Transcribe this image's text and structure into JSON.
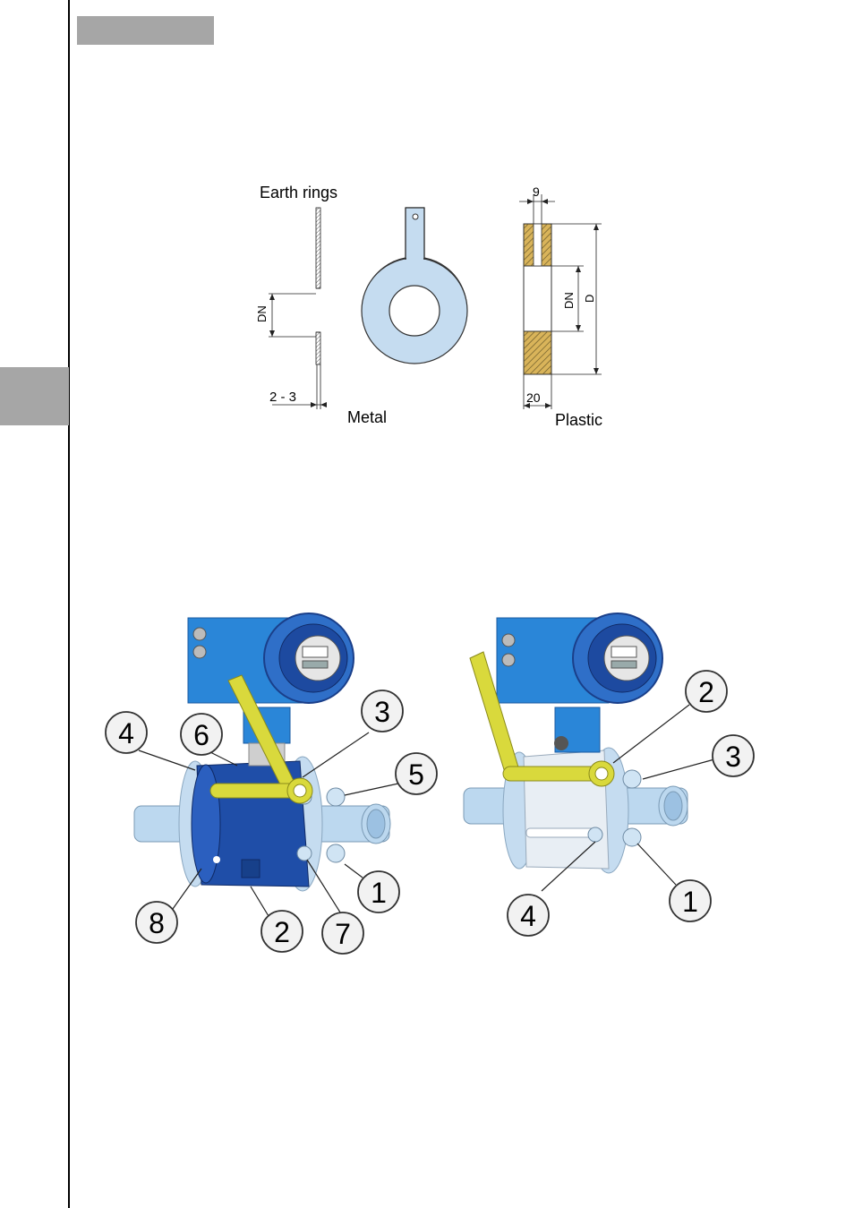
{
  "earth_rings": {
    "title": "Earth rings",
    "metal": {
      "label": "Metal",
      "dn_label": "DN",
      "thickness_label": "2  -  3"
    },
    "plastic": {
      "label": "Plastic",
      "width_top_label": "9",
      "dn_label": "DN",
      "d_label": "D",
      "width_bottom_label": "20"
    }
  },
  "installation": {
    "left_callouts": [
      "4",
      "6",
      "3",
      "5",
      "8",
      "2",
      "7",
      "1"
    ],
    "right_callouts": [
      "2",
      "3",
      "4",
      "1"
    ]
  },
  "colors": {
    "ring_fill": "#c5dcf0",
    "plastic_fill": "#d9b45a",
    "transmitter_blue": "#2a86d8",
    "transmitter_dark": "#1d4aa0",
    "wrench_yellow": "#d9d93c",
    "pipe_fill": "#bcd8ef",
    "grey_bar": "#a6a6a6"
  }
}
